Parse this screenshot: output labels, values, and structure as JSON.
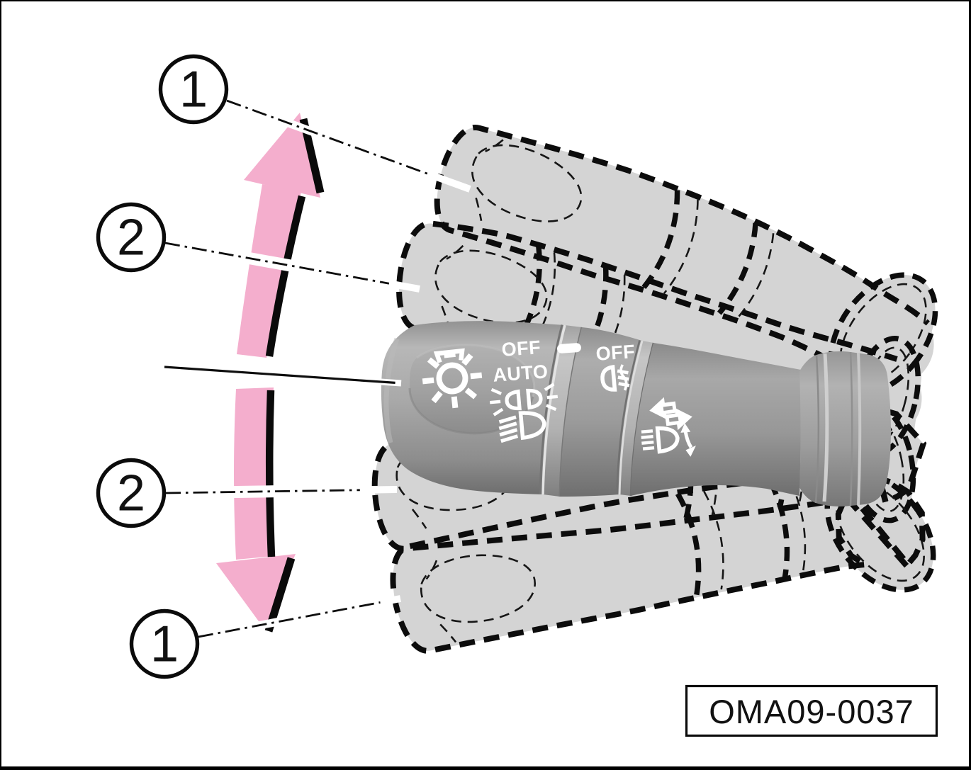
{
  "figure_code": "OMA09-0037",
  "callouts": [
    {
      "number": "1",
      "position": "top"
    },
    {
      "number": "2",
      "position": "upper"
    },
    {
      "number": "2",
      "position": "lower"
    },
    {
      "number": "1",
      "position": "bottom"
    }
  ],
  "stalk": {
    "knob": {
      "position_off": "OFF",
      "position_auto": "AUTO"
    },
    "fog": {
      "position_off": "OFF"
    },
    "icons": [
      "light-switch-bulb",
      "position-lamps",
      "headlights",
      "collar-alignment-mark",
      "fog-light",
      "turn-signal-arrows",
      "beam-toggle"
    ]
  },
  "arrow": {
    "meaning": "move lever up or down",
    "color": "#f4aecd"
  },
  "colors": {
    "ghost_gray": "#d4d4d4",
    "stalk_gray": "#9b9b9b",
    "arrow_pink": "#f4aecd",
    "line_black": "#0b0b0b",
    "background": "#ffffff"
  }
}
